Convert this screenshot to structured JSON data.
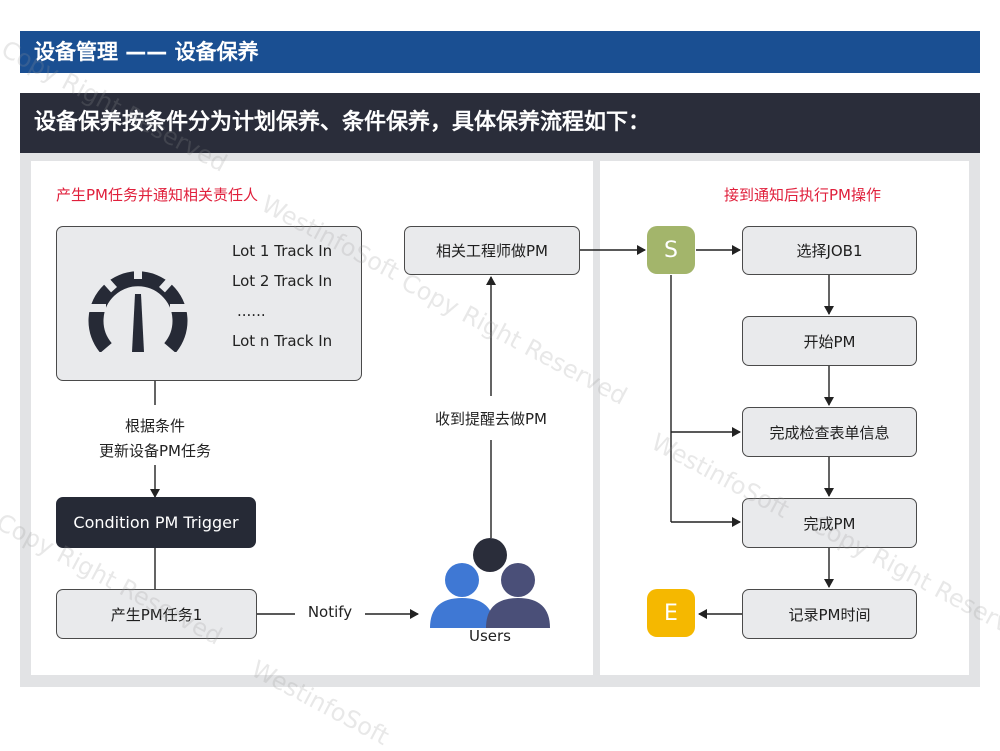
{
  "header": {
    "title": "设备管理 —— 设备保养",
    "subtitle": "设备保养按条件分为计划保养、条件保养，具体保养流程如下："
  },
  "left_panel": {
    "heading": "产生PM任务并通知相关责任人",
    "track_lines": [
      "Lot 1 Track In",
      "Lot 2 Track In",
      "......",
      "Lot n Track In"
    ],
    "condition_label_1": "根据条件",
    "condition_label_2": "更新设备PM任务",
    "trigger": "Condition PM Trigger",
    "generate_task": "产生PM任务1",
    "notify": "Notify",
    "users": "Users",
    "receive_reminder": "收到提醒去做PM",
    "engineer": "相关工程师做PM"
  },
  "right_panel": {
    "heading": "接到通知后执行PM操作",
    "start_label": "S",
    "end_label": "E",
    "steps": [
      "选择JOB1",
      "开始PM",
      "完成检查表单信息",
      "完成PM",
      "记录PM时间"
    ]
  },
  "watermarks": [
    "Copy Right Reserved",
    "WestinfoSoft"
  ],
  "colors": {
    "title_bar": "#1a4f92",
    "subtitle_bar": "#2a2d3a",
    "accent_red": "#e0203c",
    "start_node": "#a3b56b",
    "end_node": "#f5b800",
    "users_front": "#3f78d4",
    "users_back": "#4a4f78",
    "users_top": "#2a2d3a"
  }
}
